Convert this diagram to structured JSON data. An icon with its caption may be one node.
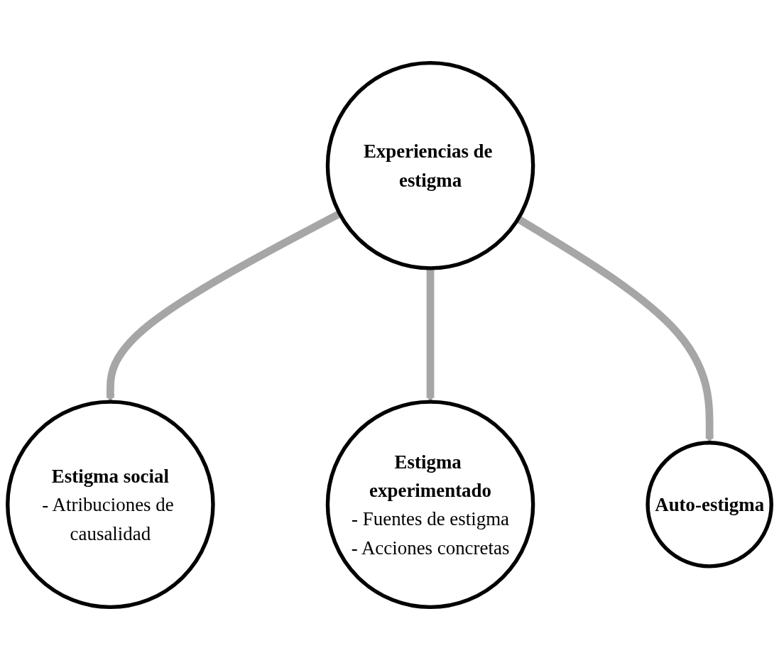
{
  "diagram": {
    "nodes": [
      {
        "text": [
          "Estigma social",
          "- Atribuciones de causalidad"
        ]
      },
      {
        "text": [
          "Experiencias de estigma"
        ]
      },
      {
        "text": [
          "Estigma experimentado",
          "- Fuentes de estigma",
          "- Acciones concretas"
        ]
      },
      {
        "text": [
          "Auto-estigma"
        ]
      }
    ],
    "edges": [
      {
        "from": 1,
        "to": 0,
        "arrow": "to"
      },
      {
        "from": 1,
        "to": 2,
        "arrow": "to"
      },
      {
        "from": 1,
        "to": 3,
        "arrow": "to"
      }
    ]
  }
}
